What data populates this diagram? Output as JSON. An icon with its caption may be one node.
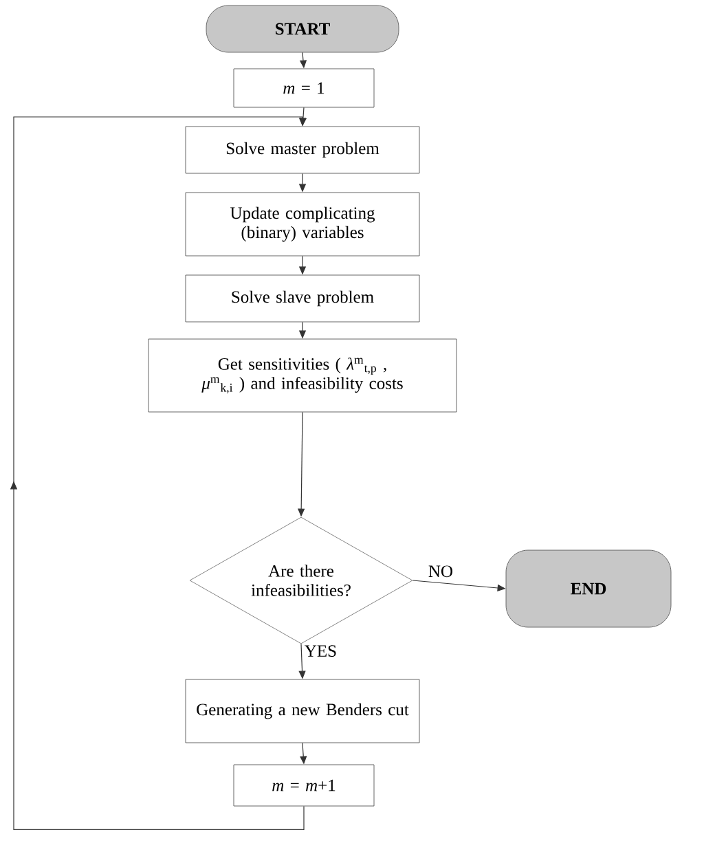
{
  "diagram": {
    "nodes": [
      {
        "text": [
          "START"
        ]
      },
      {
        "text": [
          "*m* = 1"
        ]
      },
      {
        "text": [
          "Solve master problem"
        ]
      },
      {
        "text": [
          "Update complicating (binary) variables"
        ]
      },
      {
        "text": [
          "Solve slave problem"
        ]
      },
      {
        "text": [
          "Get sensitivities ( *λ*$^{m}$$_{t,p}$ , *μ*$^{m}$$_{k,i}$ ) and infeasibility costs"
        ]
      },
      {
        "text": [
          "Are there infeasibilities?"
        ]
      },
      {
        "text": [
          "END"
        ]
      },
      {
        "text": [
          "Generating a new Benders cut"
        ]
      },
      {
        "text": [
          "*m* = *m*+1"
        ]
      }
    ],
    "edges": [
      {
        "from": 0,
        "to": 1,
        "arrow": "to"
      },
      {
        "from": 1,
        "to": 2,
        "arrow": "to"
      },
      {
        "from": 2,
        "to": 3,
        "arrow": "to"
      },
      {
        "from": 3,
        "to": 4,
        "arrow": "to"
      },
      {
        "from": 4,
        "to": 5,
        "arrow": "to"
      },
      {
        "from": 5,
        "to": 6,
        "arrow": "to"
      },
      {
        "from": 6,
        "to": 7,
        "arrow": "to",
        "label": "NO"
      },
      {
        "from": 6,
        "to": 8,
        "arrow": "to",
        "label": "YES"
      },
      {
        "from": 8,
        "to": 9,
        "arrow": "to"
      },
      {
        "from": 9,
        "to": 2,
        "arrow": "to"
      }
    ]
  }
}
